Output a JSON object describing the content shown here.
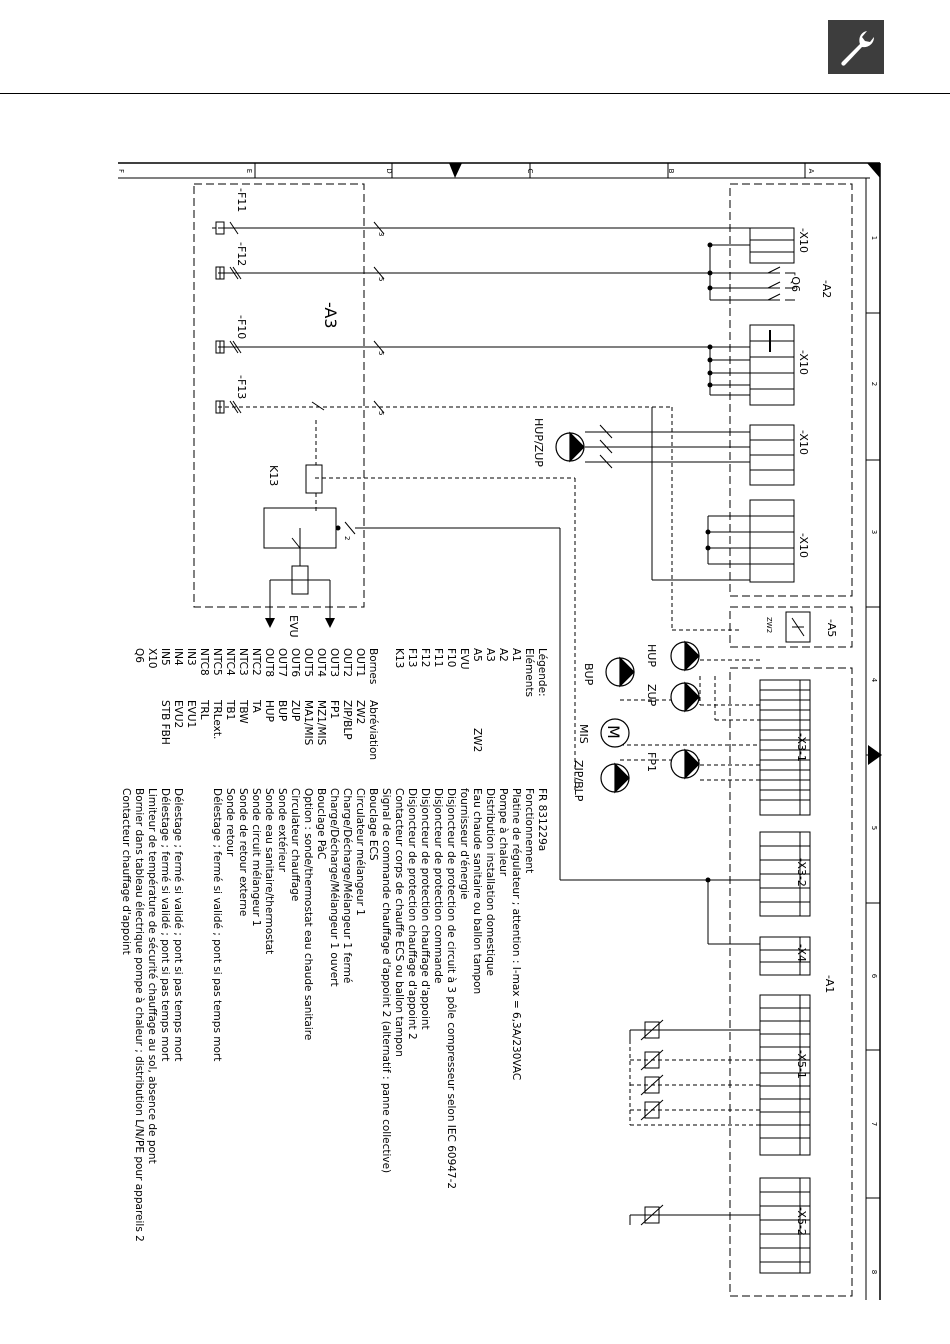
{
  "header": {
    "icon": "wrench-icon"
  },
  "frame": {
    "columns": [
      "A",
      "B",
      "C",
      "D",
      "E",
      "F"
    ],
    "rows": [
      "1",
      "2",
      "3",
      "4",
      "5",
      "6",
      "7",
      "8"
    ]
  },
  "modules": {
    "a2": "-A2",
    "a1": "-A1",
    "a3": "-A3",
    "a5": "-A5",
    "zw2": "ZW2",
    "q6": "-Q6",
    "x10": "-X10",
    "x3_1": "-X3-1",
    "x3_2": "-X3-2",
    "x4": "-X4",
    "x5_1": "-X5-1",
    "x5_2": "-X5-2",
    "k13": "K13",
    "evu": "EVU"
  },
  "breakers": [
    "-F11",
    "-F12",
    "-F10",
    "-F13"
  ],
  "wire_counts": [
    "3",
    "5",
    "5",
    "5",
    "2"
  ],
  "pumps": {
    "hup_zup": "HUP/ZUP",
    "hup": "HUP",
    "bup": "BUP",
    "zup": "ZUP",
    "mis": "MIS",
    "fp1": "FP1",
    "zip_blp": "ZIP/BLP",
    "motor_symbol": "M"
  },
  "legend": {
    "title": "Légende:",
    "ref": "FR  831229a",
    "elements_header": "Eléments",
    "elements": [
      {
        "code": "A1",
        "desc": "Fonctionnement"
      },
      {
        "code": "A2",
        "desc": "Platine de régulateur ; attention : I-max = 6,3A/230VAC"
      },
      {
        "code": "A3",
        "desc": "Pompe à chaleur"
      },
      {
        "code": "A5",
        "desc": "Distribution installation domestique"
      },
      {
        "code": "EVU",
        "desc": "Eau chaude sanitaire ou ballon tampon"
      },
      {
        "code": "F10",
        "desc": "fournisseur d'énergie"
      },
      {
        "code": "F11",
        "desc": "Disjoncteur de protection de circuit à 3 pôle compresseur selon IEC 60947-2"
      },
      {
        "code": "F12",
        "desc": "Disjoncteur de protection commande"
      },
      {
        "code": "F13",
        "desc": "Disjoncteur de protection chauffage d'appoint"
      },
      {
        "code": "K13",
        "desc": "Disjoncteur de protection chauffage d'appoint 2"
      },
      {
        "code": "",
        "desc": "Contacteur corps de chauffe ECS ou ballon tampon"
      }
    ],
    "zw2_note": "ZW2",
    "terminals_header": "Bornes",
    "abbr_header": "Abréviation",
    "terminals": [
      {
        "code": "OUT1",
        "abbr": "ZW2",
        "desc": "Signal de commande chauffage d'appoint 2 (alternatif : panne collective)"
      },
      {
        "code": "OUT2",
        "abbr": "ZIP/BLP",
        "desc": "Bouclage ECS"
      },
      {
        "code": "OUT3",
        "abbr": "FP1",
        "desc": "Circulateur mélangeur 1"
      },
      {
        "code": "OUT4",
        "abbr": "MZ1/MIS",
        "desc": "Charge/Décharge/Mélangeur 1 fermé"
      },
      {
        "code": "OUT5",
        "abbr": "MA1/MIS",
        "desc": "Charge/Décharge/Mélangeur 1 ouvert"
      },
      {
        "code": "OUT6",
        "abbr": "ZUP",
        "desc": "Bouclage PàC"
      },
      {
        "code": "OUT7",
        "abbr": "BUP",
        "desc": "Option : sonde/thermostat eau chaude sanitaire"
      },
      {
        "code": "OUT8",
        "abbr": "HUP",
        "desc": "Circulateur chauffage"
      },
      {
        "code": "NTC2",
        "abbr": "TA",
        "desc": "Sonde extérieur"
      },
      {
        "code": "NTC3",
        "abbr": "TBW",
        "desc": "Sonde eau sanitaire/thermostat"
      },
      {
        "code": "NTC4",
        "abbr": "TB1",
        "desc": "Sonde circuit mélangeur 1"
      },
      {
        "code": "NTC5",
        "abbr": "TRLext.",
        "desc": "Sonde de retour externe"
      },
      {
        "code": "NTC8",
        "abbr": "TRL",
        "desc": "Sonde retour"
      },
      {
        "code": "IN3",
        "abbr": "EVU1",
        "desc": "Délestage ; fermé si validé ; pont si pas temps mort"
      },
      {
        "code": "IN4",
        "abbr": "EVU2",
        "desc": "Délestage ; fermé si validé ; pont si pas temps mort"
      },
      {
        "code": "IN5",
        "abbr": "STB FBH",
        "desc": "Limiteur de température de sécurité chauffage au sol, absence de pont"
      },
      {
        "code": "X10",
        "abbr": "",
        "desc": "Bornier dans tableau électrique pompe à chaleur ; distribution L/N/PE pour appareils 2"
      },
      {
        "code": "Q6",
        "abbr": "",
        "desc": "Contacteur chauffage d'appoint"
      }
    ]
  }
}
